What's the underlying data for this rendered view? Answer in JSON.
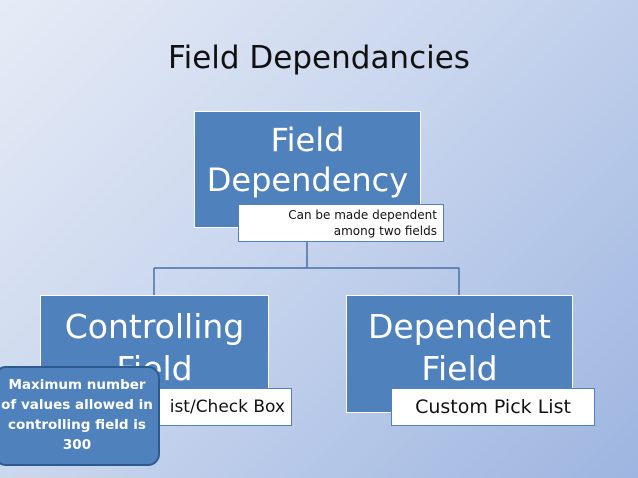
{
  "title": "Field Dependancies",
  "root": {
    "lines": [
      "Field",
      "Dependency"
    ],
    "note_lines": [
      "Can be made dependent",
      "among two fields"
    ]
  },
  "left": {
    "lines": [
      "Controlling",
      "Field"
    ],
    "note": "ist/Check Box"
  },
  "right": {
    "lines": [
      "Dependent",
      "Field"
    ],
    "note": "Custom Pick List"
  },
  "callout": {
    "lines": [
      "Maximum number",
      "of values allowed in",
      "controlling field is",
      "300"
    ]
  },
  "colors": {
    "box_fill": "#4f81bd",
    "connector": "#4a6fa5"
  }
}
